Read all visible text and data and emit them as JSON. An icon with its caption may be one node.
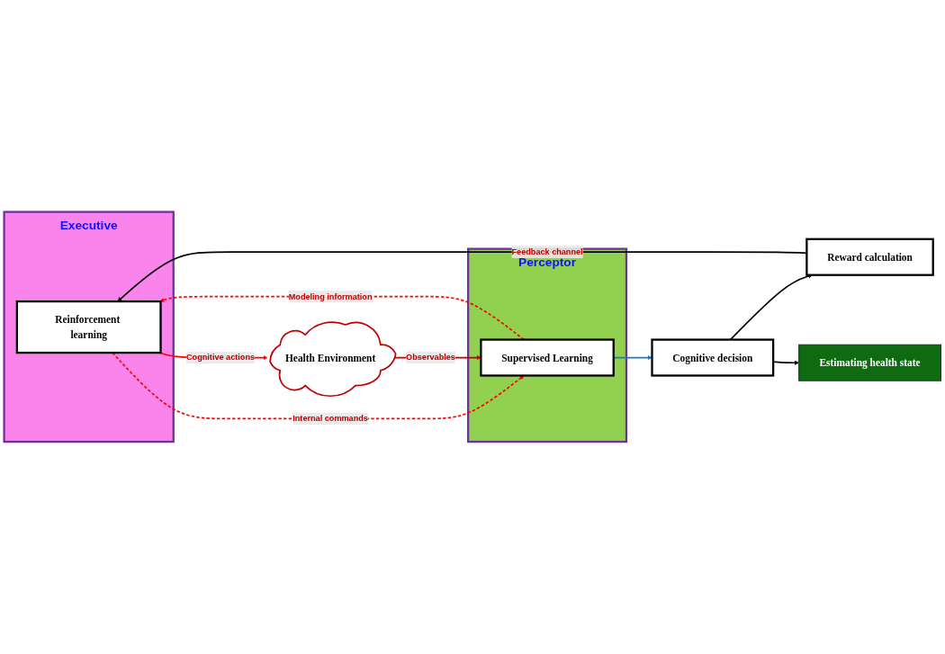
{
  "diagram": {
    "nodes": [
      {
        "text": [
          "Executive"
        ]
      },
      {
        "text": [
          "Reinforcement learning"
        ],
        "in": 0
      },
      {
        "text": [
          "Reward calculation"
        ]
      },
      {
        "text": [
          "Estimating health state"
        ]
      },
      {
        "text": [
          "Cognitive decision"
        ]
      },
      {
        "text": [
          "Perceptor"
        ]
      },
      {
        "text": [
          "Supervised Learning"
        ],
        "in": 5
      },
      {
        "text": [
          "Health Environment"
        ]
      }
    ],
    "edges": [
      {
        "from": 2,
        "to": 1,
        "arrow": "to",
        "label": "Feedback channel",
        "color": "#000000"
      },
      {
        "from": 4,
        "to": 2,
        "arrow": "to",
        "color": "#000000"
      },
      {
        "from": 4,
        "to": 3,
        "arrow": "to",
        "color": "#000000"
      },
      {
        "from": 6,
        "to": 4,
        "arrow": "to",
        "color": "#1f78c8"
      },
      {
        "from": 6,
        "to": 1,
        "arrow": "to",
        "label": "Modeling information",
        "style": "dashed",
        "color": "#ff0000"
      },
      {
        "from": 1,
        "to": 6,
        "arrow": "to",
        "label": "Internal commands",
        "style": "dashed",
        "color": "#ff0000"
      },
      {
        "from": 1,
        "to": 7,
        "arrow": "to",
        "label": "Cognitive actions",
        "color": "#ff0000"
      },
      {
        "from": 7,
        "to": 6,
        "arrow": "to",
        "label": "Observables",
        "color": "#c00000"
      }
    ]
  }
}
